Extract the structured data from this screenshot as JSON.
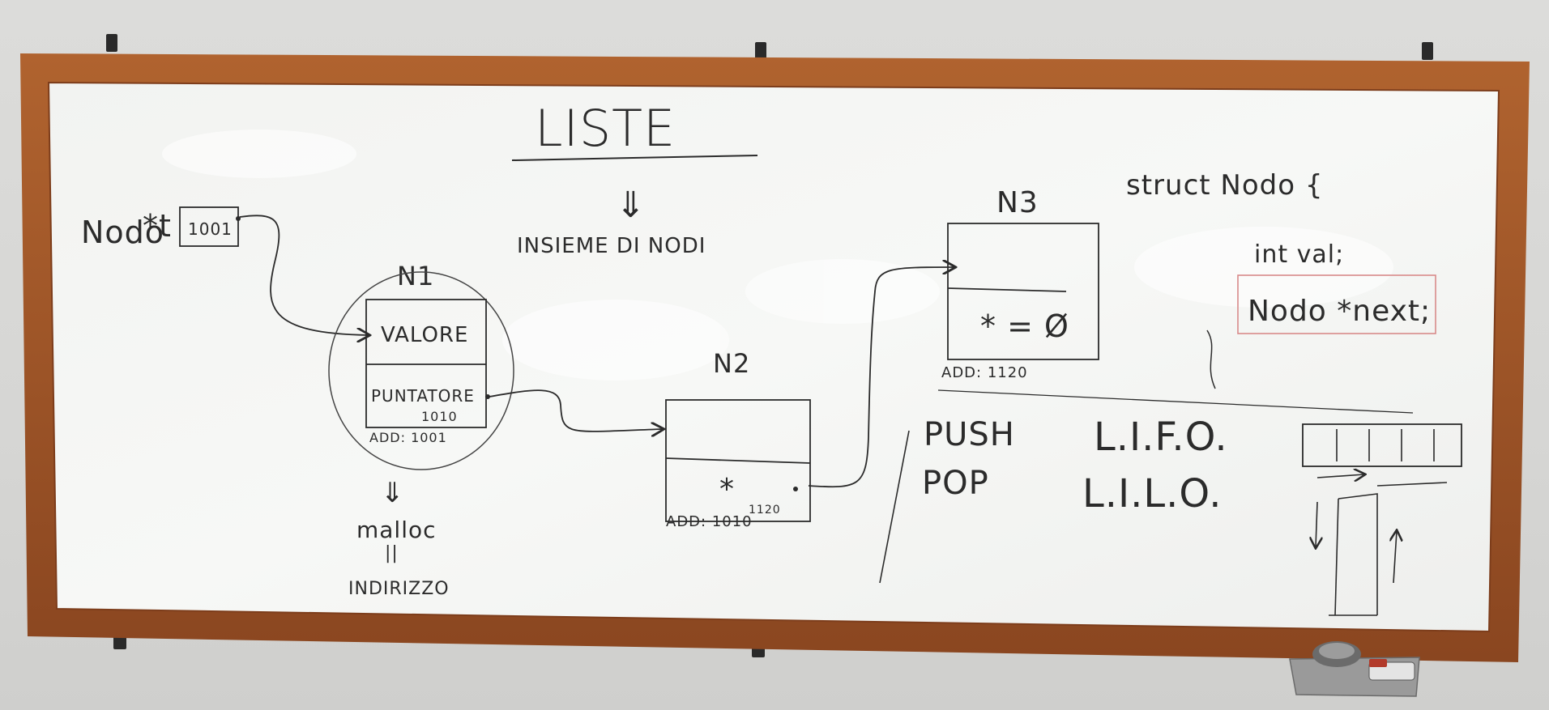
{
  "board": {
    "title": "LISTE",
    "subtitle": "INSIEME DI NODI",
    "pointer_decl": {
      "type": "Nodo",
      "star_name": "*t",
      "value": "1001"
    },
    "nodes": [
      {
        "name": "N1",
        "field_top": "VALORE",
        "field_bottom": "PUNTATORE",
        "next_addr": "1010",
        "address": "ADD: 1001"
      },
      {
        "name": "N2",
        "star": "*",
        "next_addr": "1120",
        "address": "ADD: 1010"
      },
      {
        "name": "N3",
        "null_field": "* = Ø",
        "address": "ADD: 1120"
      }
    ],
    "malloc": {
      "arrow": "⇓",
      "label": "malloc",
      "equals": "||",
      "result": "INDIRIZZO"
    },
    "struct": {
      "line1": "struct Nodo {",
      "line2": "int val;",
      "line3": "Nodo *next;"
    },
    "stack_ops": {
      "push": "PUSH",
      "pop": "POP"
    },
    "acronyms": {
      "lifo": "L.I.F.O.",
      "lilo": "L.I.L.O."
    }
  },
  "colors": {
    "frame": "#a0552a",
    "frame_dark": "#7d3d1b",
    "board": "#f4f5f3",
    "marker": "#2b2b2b",
    "highlight": "#d88a8a"
  }
}
